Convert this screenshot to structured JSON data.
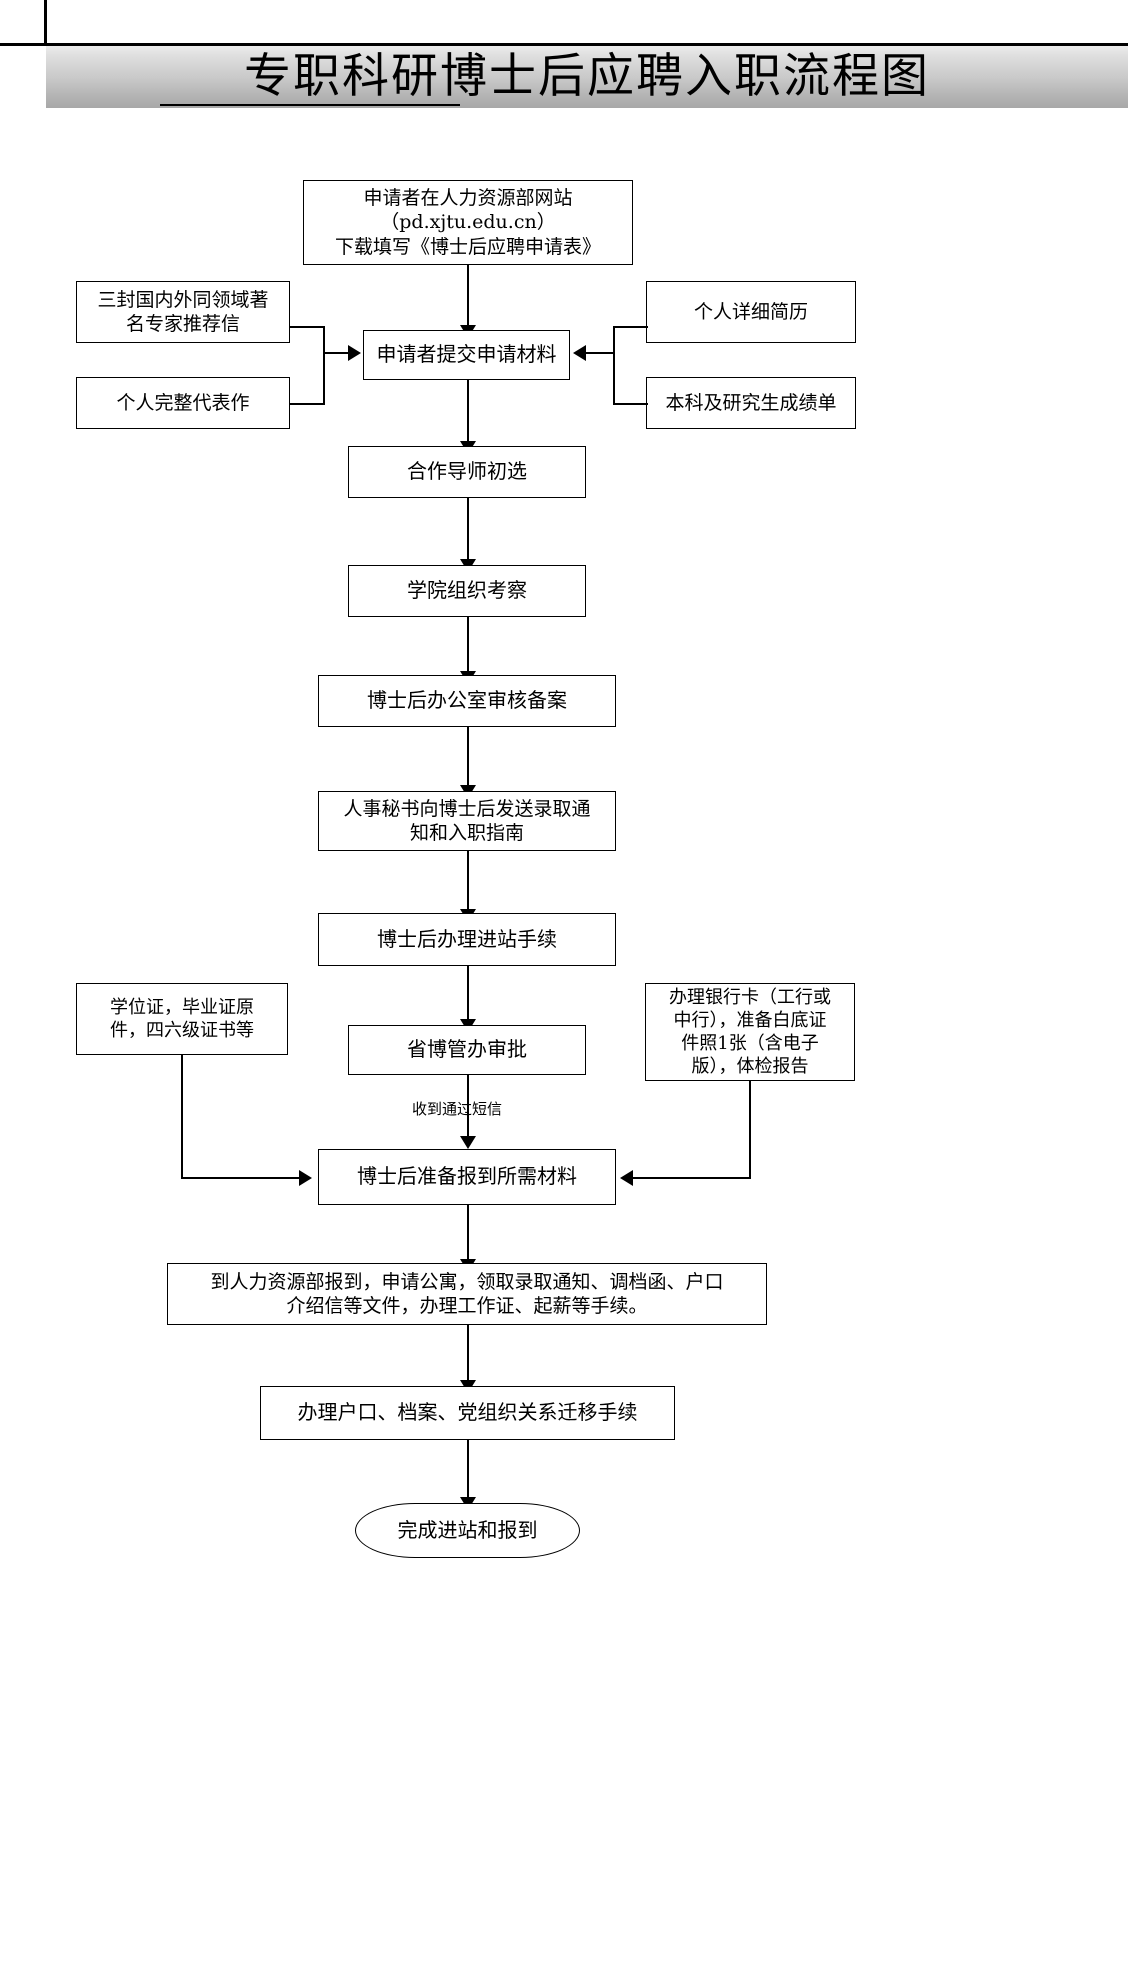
{
  "title": "专职科研博士后应聘入职流程图",
  "nodes": {
    "apply_form": "申请者在人力资源部网站\n（pd.xjtu.edu.cn）\n下载填写《博士后应聘申请表》",
    "recommend_letters": "三封国内外同领域著\n名专家推荐信",
    "representative_works": "个人完整代表作",
    "submit_materials": "申请者提交申请材料",
    "detailed_cv": "个人详细简历",
    "transcripts": "本科及研究生成绩单",
    "advisor_preselect": "合作导师初选",
    "college_review": "学院组织考察",
    "postdoc_office_record": "博士后办公室审核备案",
    "hr_secretary_notice": "人事秘书向博士后发送录取通\n知和入职指南",
    "entry_procedures": "博士后办理进站手续",
    "provincial_approval": "省博管办审批",
    "certificates": "学位证，毕业证原\n件，四六级证书等",
    "bank_card": "办理银行卡（工行或\n中行），准备白底证\n件照1张（含电子\n版），体检报告",
    "prepare_report_materials": "博士后准备报到所需材料",
    "report_to_hr": "到人力资源部报到，申请公寓，领取录取通知、调档函、户口\n介绍信等文件，办理工作证、起薪等手续。",
    "household_transfer": "办理户口、档案、党组织关系迁移手续",
    "finish": "完成进站和报到"
  },
  "edge_labels": {
    "sms_received": "收到通过短信"
  },
  "colors": {
    "stroke": "#000000",
    "background": "#ffffff",
    "banner_light": "#ececec",
    "banner_dark": "#a8a8a8"
  }
}
